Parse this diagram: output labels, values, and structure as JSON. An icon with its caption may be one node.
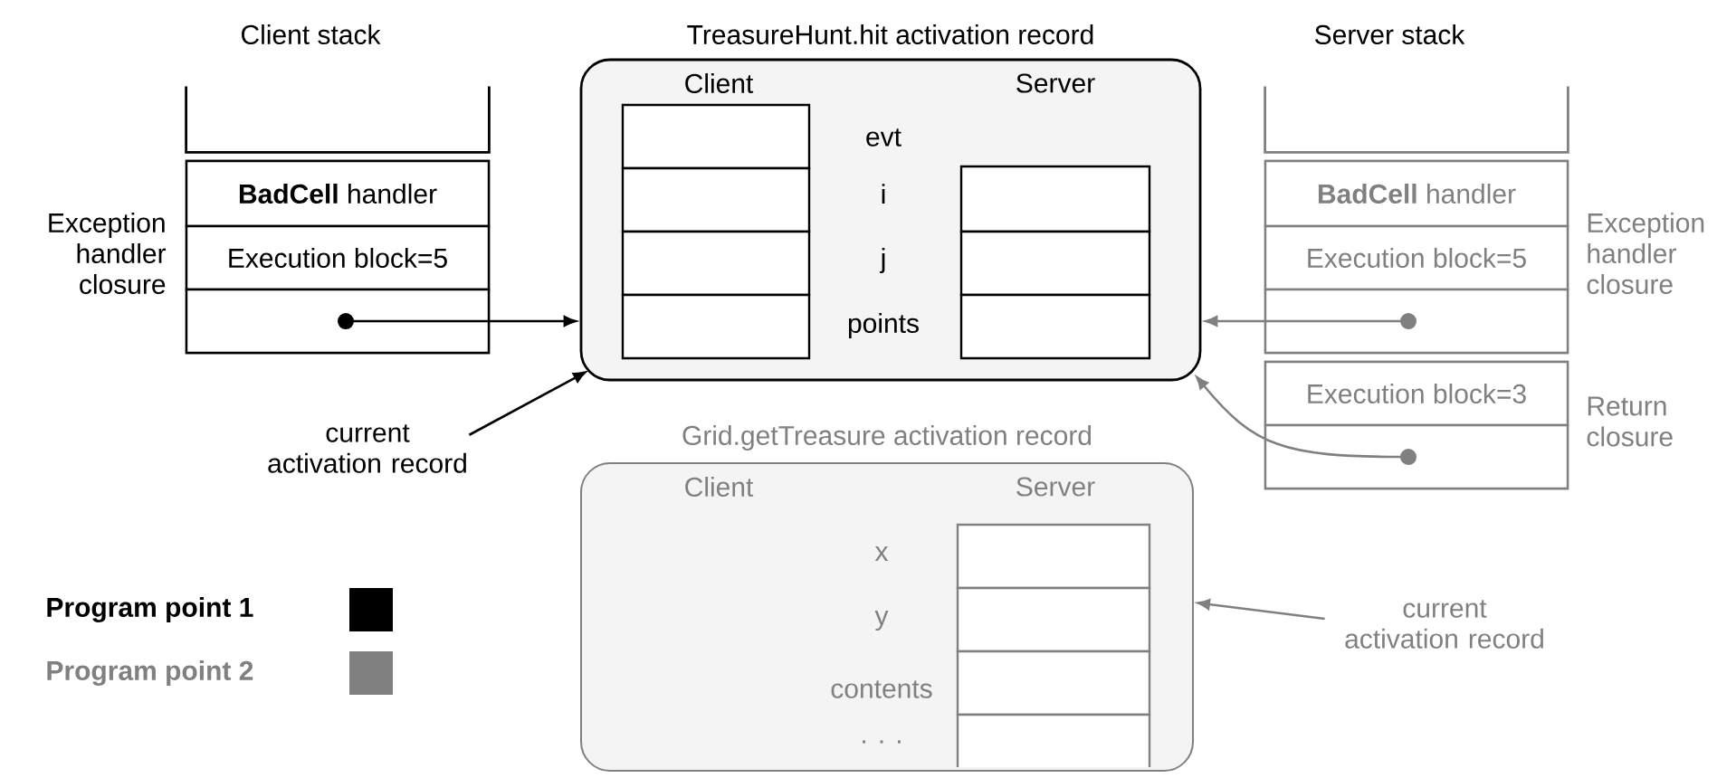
{
  "diagram": {
    "nodes": [
      {
        "text": [
          "Client stack"
        ]
      },
      {
        "text": [],
        "shape": "box",
        "beside": [
          "Exception handler closure"
        ]
      },
      {
        "text": [
          "**BadCell** handler"
        ],
        "in": 1
      },
      {
        "text": [
          "Execution block=5"
        ],
        "in": 1
      },
      {
        "text": [],
        "shape": "box",
        "in": 1
      },
      {
        "text": [
          "TreasureHunt.hit activation record",
          "Client",
          "Server"
        ]
      },
      {
        "text": [],
        "shape": "box",
        "in": 5
      },
      {
        "text": [],
        "shape": "box",
        "in": 5
      },
      {
        "text": [],
        "shape": "box",
        "in": 5
      },
      {
        "text": [],
        "shape": "box",
        "in": 5
      },
      {
        "text": [],
        "shape": "box",
        "in": 5
      },
      {
        "text": [],
        "shape": "box",
        "in": 5
      },
      {
        "text": [],
        "shape": "box",
        "in": 5
      },
      {
        "text": [
          "Server stack"
        ]
      },
      {
        "text": [],
        "shape": "box",
        "beside": [
          "Exception handler closure"
        ]
      },
      {
        "text": [
          "**BadCell** handler"
        ],
        "in": 14
      },
      {
        "text": [
          "Execution block=5"
        ],
        "in": 14
      },
      {
        "text": [],
        "shape": "box",
        "in": 14
      },
      {
        "text": [],
        "shape": "box",
        "beside": [
          "Return closure"
        ]
      },
      {
        "text": [
          "Execution block=3"
        ],
        "in": 18
      },
      {
        "text": [],
        "shape": "box",
        "in": 18
      },
      {
        "text": [
          "current activation record"
        ]
      },
      {
        "text": [
          "Grid.getTreasure activation record",
          "Client",
          "Server"
        ]
      },
      {
        "text": [],
        "shape": "box",
        "in": 22
      },
      {
        "text": [],
        "shape": "box",
        "in": 22
      },
      {
        "text": [],
        "shape": "box",
        "in": 22
      },
      {
        "text": [],
        "shape": "box",
        "in": 22
      },
      {
        "text": [
          "current activation record"
        ]
      }
    ],
    "edges": [
      {
        "from": 4,
        "to": 5,
        "arrow": "to",
        "color": "#000000"
      },
      {
        "from": 21,
        "to": 5,
        "arrow": "to",
        "color": "#000000"
      },
      {
        "from": 17,
        "to": 5,
        "arrow": "to"
      },
      {
        "from": 20,
        "to": 5,
        "arrow": "to"
      },
      {
        "from": 27,
        "to": 22,
        "arrow": "to"
      }
    ],
    "labels": [
      "evt",
      "i",
      "j",
      "points",
      "x",
      "y",
      "contents",
      ". . ."
    ],
    "legend": [
      {
        "text": "Program point 1",
        "color": "#000000"
      },
      {
        "text": "Program point 2",
        "color": "#808080"
      }
    ]
  }
}
